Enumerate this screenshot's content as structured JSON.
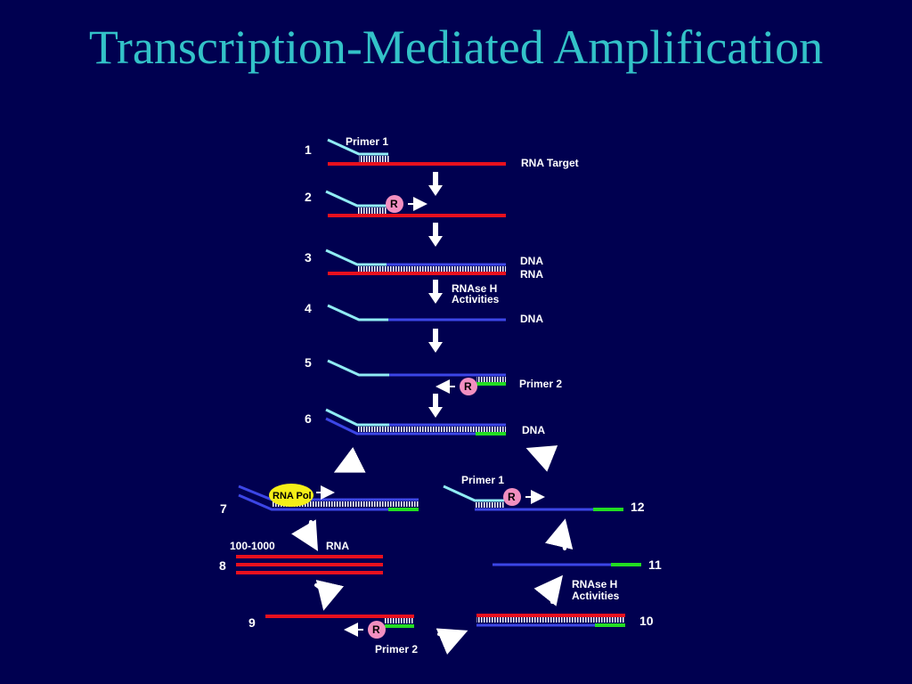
{
  "title": "Transcription-Mediated Amplification",
  "colors": {
    "background": "#000050",
    "title": "#33c2c8",
    "rna": "#e8101e",
    "dna": "#3c46e6",
    "primer": "#90ecf4",
    "primer2": "#22dd22",
    "reverse_transcriptase": "#f28fc0",
    "rna_polymerase": "#f4ee18",
    "arrow": "#ffffff"
  },
  "icons": {
    "reverse_transcriptase": "circle-R",
    "rna_polymerase": "yellow-ellipse",
    "step_arrow": "down-arrow",
    "cycle_arrow": "curved-arrow"
  },
  "steps": {
    "s1": "1",
    "s2": "2",
    "s3": "3",
    "s4": "4",
    "s5": "5",
    "s6": "6",
    "s7": "7",
    "s8": "8",
    "s9": "9",
    "s10": "10",
    "s11": "11",
    "s12": "12"
  },
  "labels": {
    "primer1_top": "Primer 1",
    "rna_target": "RNA Target",
    "r_enzyme": "R",
    "dna": "DNA",
    "rna": "RNA",
    "rnase_h_line1": "RNAse H",
    "rnase_h_line2": "Activities",
    "primer2": "Primer 2",
    "rna_pol": "RNA Pol",
    "copies": "100-1000",
    "primer1_cycle": "Primer 1"
  }
}
